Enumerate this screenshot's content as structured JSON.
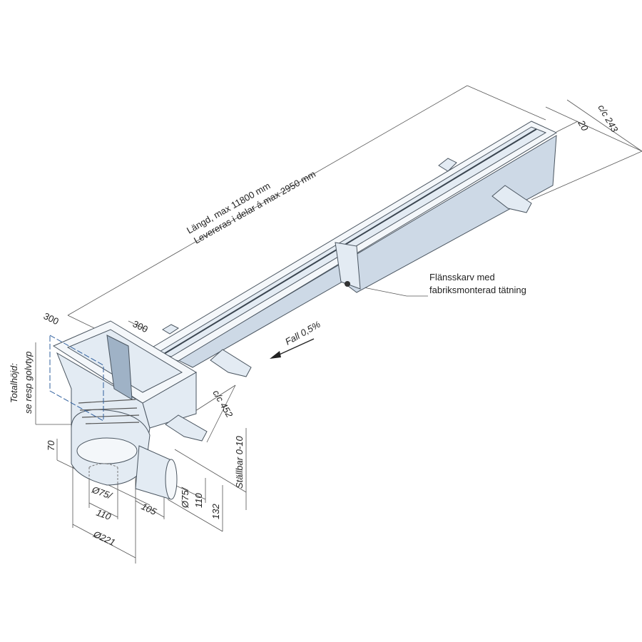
{
  "drawing": {
    "length_line1": "Längd, max 11800 mm",
    "length_line2": "Levereras i delar á max 2950 mm",
    "width_left": "300",
    "width_right": "300",
    "cc_top": "c/c 243",
    "flange_width": "20",
    "joint_line1": "Flänsskarv med",
    "joint_line2": "fabriksmonterad tätning",
    "fall": "Fall 0,5%",
    "total_height_line1": "Totalhöjd:",
    "total_height_line2": "se resp golvtyp",
    "cc_bottom": "c/c 452",
    "adjustable": "Ställbar 0-10",
    "dim_70": "70",
    "outlet_bottom_line1": "Ø75/",
    "outlet_bottom_line2": "110",
    "dim_105": "105",
    "outlet_side_line1": "Ø75/",
    "outlet_side_line2": "110",
    "dim_132": "132",
    "diameter": "Ø221"
  },
  "colors": {
    "metal": "#e3ebf3",
    "shade": "#cdd9e6",
    "dark": "#9fb2c6",
    "hidden_outline": "#2f5f9e"
  }
}
